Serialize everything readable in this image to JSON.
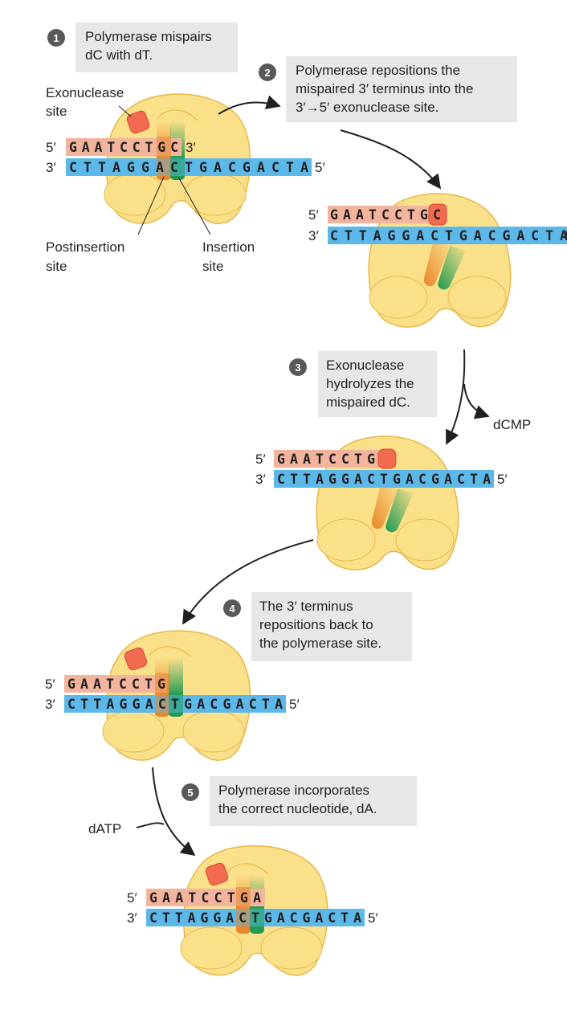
{
  "steps": [
    {
      "number": "1",
      "lines": [
        "Polymerase mispairs",
        "dC with dT."
      ]
    },
    {
      "number": "2",
      "lines": [
        "Polymerase repositions the",
        "mispaired 3′ terminus into the",
        "3′→5′ exonuclease site."
      ]
    },
    {
      "number": "3",
      "lines": [
        "Exonuclease",
        "hydrolyzes the",
        "mispaired dC."
      ]
    },
    {
      "number": "4",
      "lines": [
        "The 3′ terminus",
        "repositions back to",
        "the polymerase site."
      ]
    },
    {
      "number": "5",
      "lines": [
        "Polymerase incorporates",
        "the correct nucleotide, dA."
      ]
    }
  ],
  "site_labels": {
    "exonuclease": [
      "Exonuclease",
      "site"
    ],
    "postinsertion": [
      "Postinsertion",
      "site"
    ],
    "insertion": [
      "Insertion",
      "site"
    ]
  },
  "byproducts": {
    "dcmp": "dCMP",
    "datp": "dATP"
  },
  "strand_ends": {
    "five_prime": "5′",
    "three_prime": "3′"
  },
  "sequences": {
    "template": "CTTAGGACTGACGACTA",
    "primer_with_mispair": "GAATCCTGC",
    "primer_trimmed": "GAATCCTG",
    "primer_corrected": "GAATCCTGA"
  },
  "colors": {
    "enzyme": "#fbe08a",
    "enzyme_edge": "#e6b84a",
    "primer_strand": "#f2b49c",
    "template_strand": "#5cb8e8",
    "exonuclease_site": "#f26a4f",
    "postinsertion_site": "#e8862a",
    "insertion_site": "#1f9a52",
    "text_box": "#e6e7e8",
    "step_badge": "#58595b"
  }
}
